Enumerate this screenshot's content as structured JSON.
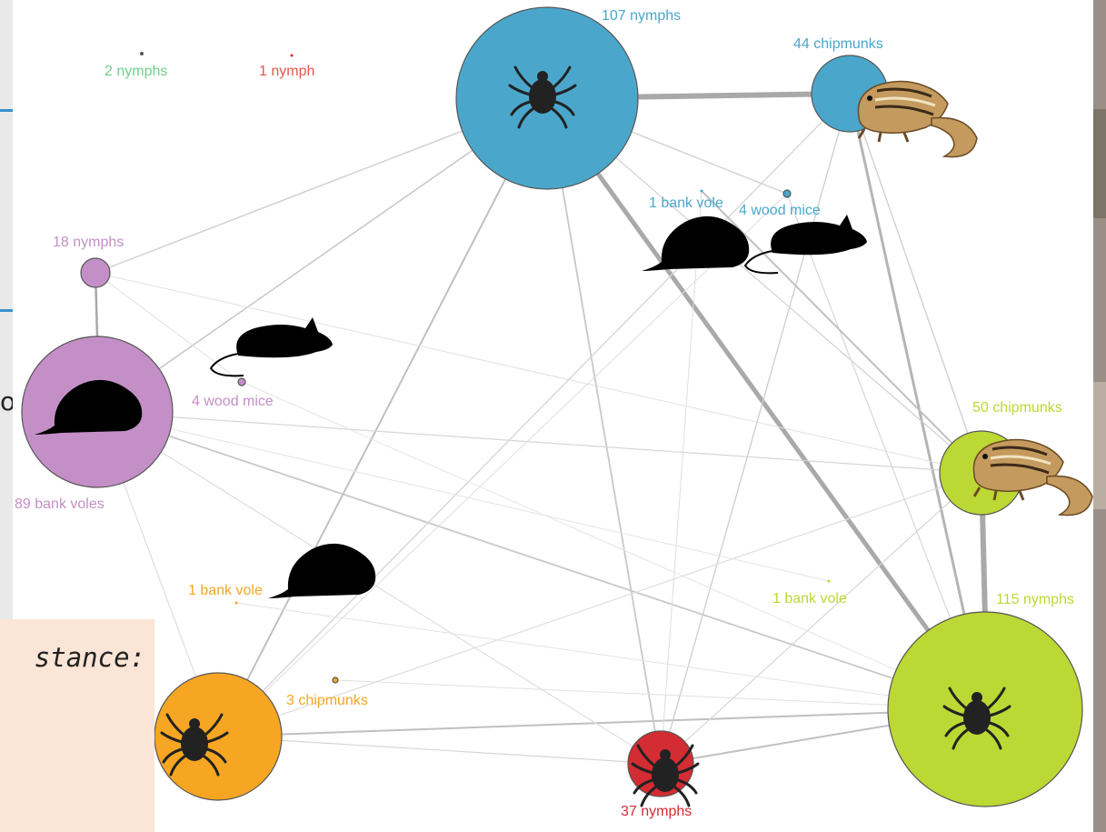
{
  "colors": {
    "blue": "#4aa7cb",
    "purple": "#c48fc6",
    "lime": "#bcd834",
    "orange": "#f6a623",
    "red": "#d42c33",
    "edge": "#c8c8c8",
    "edge_strong": "#a9a9a9"
  },
  "nodes": {
    "blue_nymphs": {
      "label": "107 nymphs",
      "icon": "tick-icon"
    },
    "blue_chipmunks": {
      "label": "44 chipmunks",
      "icon": "chipmunk-icon"
    },
    "blue_bank_vole": {
      "label": "1 bank vole",
      "icon": "vole-icon"
    },
    "blue_wood_mice": {
      "label": "4 wood mice",
      "icon": "mouse-icon"
    },
    "green_small_nymphs": {
      "label": "2 nymphs"
    },
    "red_small_nymph": {
      "label": "1 nymph"
    },
    "purple_nymphs": {
      "label": "18 nymphs"
    },
    "purple_bank_voles": {
      "label": "89 bank voles",
      "icon": "vole-icon"
    },
    "purple_wood_mice": {
      "label": "4 wood mice",
      "icon": "mouse-icon"
    },
    "lime_chipmunks": {
      "label": "50 chipmunks",
      "icon": "chipmunk-icon"
    },
    "lime_nymphs": {
      "label": "115 nymphs",
      "icon": "tick-icon"
    },
    "lime_bank_vole": {
      "label": "1 bank vole"
    },
    "orange_bank_vole": {
      "label": "1 bank vole",
      "icon": "vole-icon"
    },
    "orange_chipmunks": {
      "label": "3 chipmunks"
    },
    "orange_nymphs": {
      "icon": "tick-icon"
    },
    "red_nymphs": {
      "label": "37 nymphs",
      "icon": "tick-icon"
    }
  },
  "slide": {
    "callout_text": "stance:",
    "left_fragment": "o"
  }
}
